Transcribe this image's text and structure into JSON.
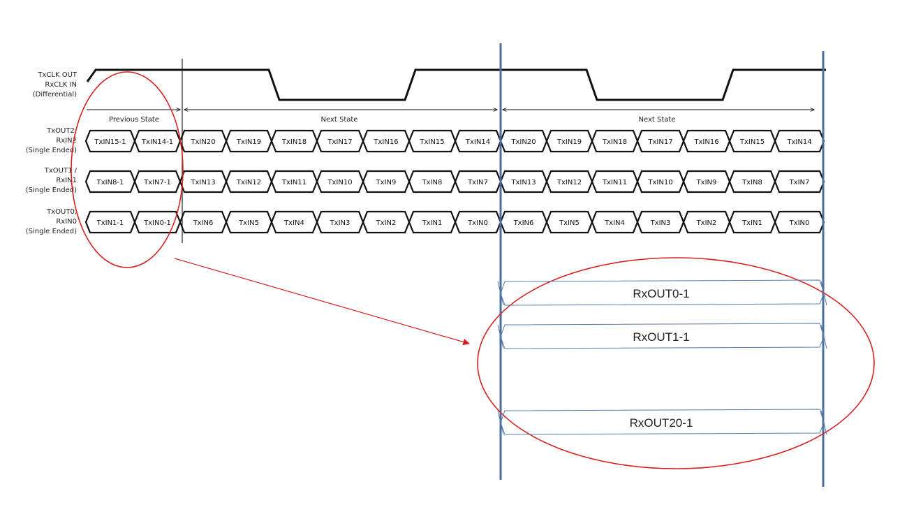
{
  "signals": [
    {
      "id": "clk",
      "lines": [
        "TxCLK OUT",
        "RxCLK IN",
        "(Differential)"
      ]
    },
    {
      "id": "out2",
      "lines": [
        "TxOUT2,",
        "RxIN2",
        "(Single Ended)"
      ]
    },
    {
      "id": "out1",
      "lines": [
        "TxOUT1 /",
        "RxIN1",
        "(Single Ended)"
      ]
    },
    {
      "id": "out0",
      "lines": [
        "TxOUT0,",
        "RxIN0",
        "(Single Ended)"
      ]
    }
  ],
  "states": {
    "previous": "Previous State",
    "next": "Next State",
    "next2": "Next State"
  },
  "rows": [
    {
      "id": "out2",
      "prev": [
        "TxIN15-1",
        "TxIN14-1"
      ],
      "next": [
        "TxIN20",
        "TxIN19",
        "TxIN18",
        "TxIN17",
        "TxIN16",
        "TxIN15",
        "TxIN14"
      ],
      "next2": [
        "TxIN20",
        "TxIN19",
        "TxIN18",
        "TxIN17",
        "TxIN16",
        "TxIN15",
        "TxIN14"
      ]
    },
    {
      "id": "out1",
      "prev": [
        "TxIN8-1",
        "TxIN7-1"
      ],
      "next": [
        "TxIN13",
        "TxIN12",
        "TxIN11",
        "TxIN10",
        "TxIN9",
        "TxIN8",
        "TxIN7"
      ],
      "next2": [
        "TxIN13",
        "TxIN12",
        "TxIN11",
        "TxIN10",
        "TxIN9",
        "TxIN8",
        "TxIN7"
      ]
    },
    {
      "id": "out0",
      "prev": [
        "TxIN1-1",
        "TxIN0-1"
      ],
      "next": [
        "TxIN6",
        "TxIN5",
        "TxIN4",
        "TxIN3",
        "TxIN2",
        "TxIN1",
        "TxIN0"
      ],
      "next2": [
        "TxIN6",
        "TxIN5",
        "TxIN4",
        "TxIN3",
        "TxIN2",
        "TxIN1",
        "TxIN0"
      ]
    }
  ],
  "rx_outputs": [
    "RxOUT0-1",
    "RxOUT1-1",
    "RxOUT20-1"
  ],
  "colors": {
    "waveform": "#111111",
    "highlight": "#d62020",
    "marker": "#4a6fa5",
    "rx_box": "#5a78a8"
  }
}
